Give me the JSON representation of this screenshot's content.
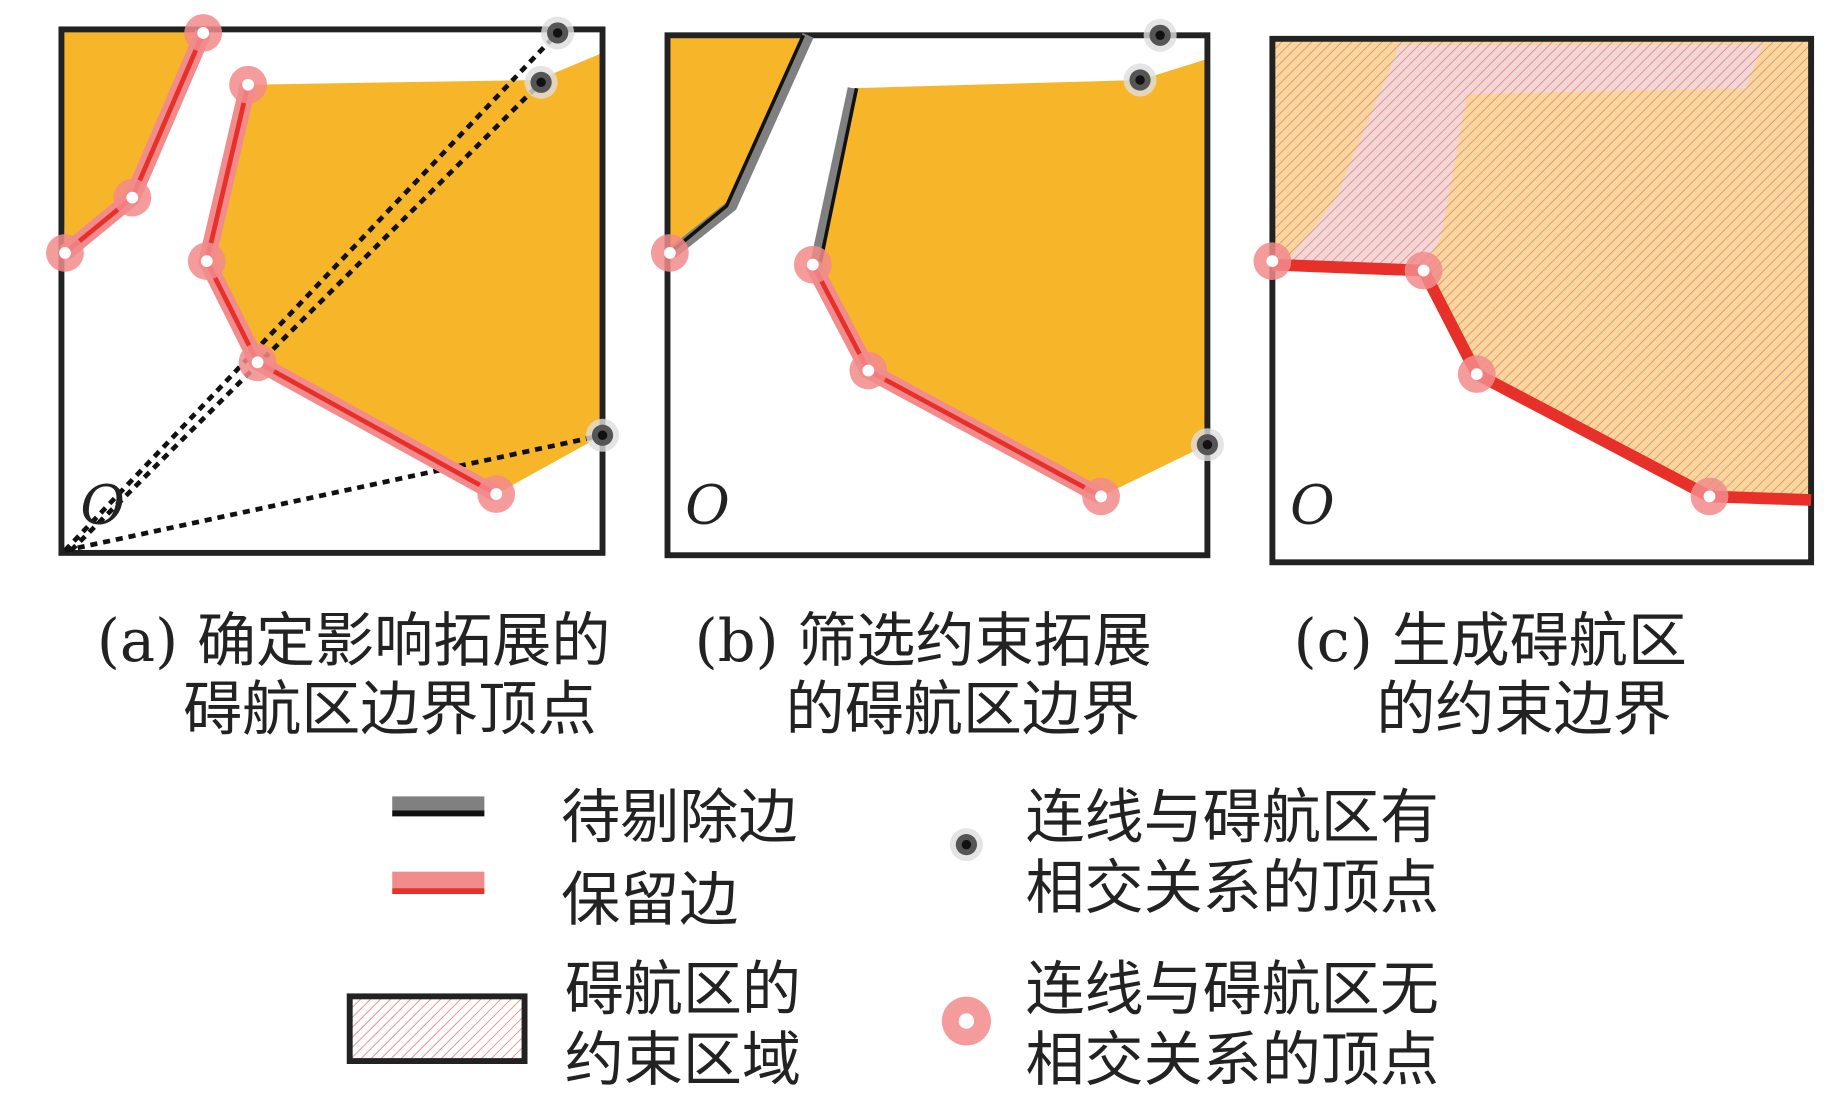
{
  "panels": [
    {
      "caption_line1": "(a) 确定影响拓展的",
      "caption_line2": "碍航区边界顶点",
      "origin_label": "O"
    },
    {
      "caption_line1": "(b) 筛选约束拓展",
      "caption_line2": "的碍航区边界",
      "origin_label": "O"
    },
    {
      "caption_line1": "(c) 生成碍航区",
      "caption_line2": "的约束边界",
      "origin_label": "O"
    }
  ],
  "legend": {
    "remove_edge": "待剔除边",
    "keep_edge": "保留边",
    "constraint_region_line1": "碍航区的",
    "constraint_region_line2": "约束区域",
    "intersect_vertex_line1": "连线与碍航区有",
    "intersect_vertex_line2": "相交关系的顶点",
    "nonintersect_vertex_line1": "连线与碍航区无",
    "nonintersect_vertex_line2": "相交关系的顶点"
  },
  "colors": {
    "obstacle": "#F7B62A",
    "keep_edge": "#E8302A",
    "vertex_halo": "#F28B8B",
    "remove_edge": "#808080",
    "hatch": "#E89AA0"
  }
}
